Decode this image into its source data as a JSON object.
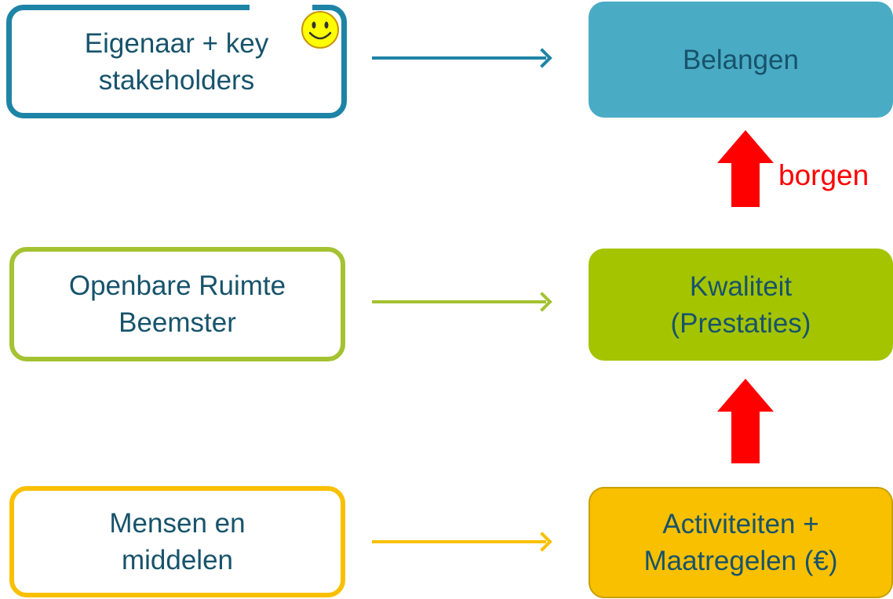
{
  "left_boxes": [
    {
      "label": "Eigenaar + key\nstakeholders",
      "color": "#1e84a6"
    },
    {
      "label": "Openbare Ruimte\nBeemster",
      "color": "#a4c232"
    },
    {
      "label": "Mensen en\nmiddelen",
      "color": "#f9c000"
    }
  ],
  "right_boxes": [
    {
      "label": "Belangen",
      "color": "#4aabc5"
    },
    {
      "label": "Kwaliteit\n(Prestaties)",
      "color": "#a4c400"
    },
    {
      "label": "Activiteiten +\nMaatregelen (€)",
      "color": "#f9c000"
    }
  ],
  "up_arrow_label": "borgen",
  "up_arrow_color": "#ff0000",
  "icons": {
    "smiley": "smiley-icon"
  }
}
